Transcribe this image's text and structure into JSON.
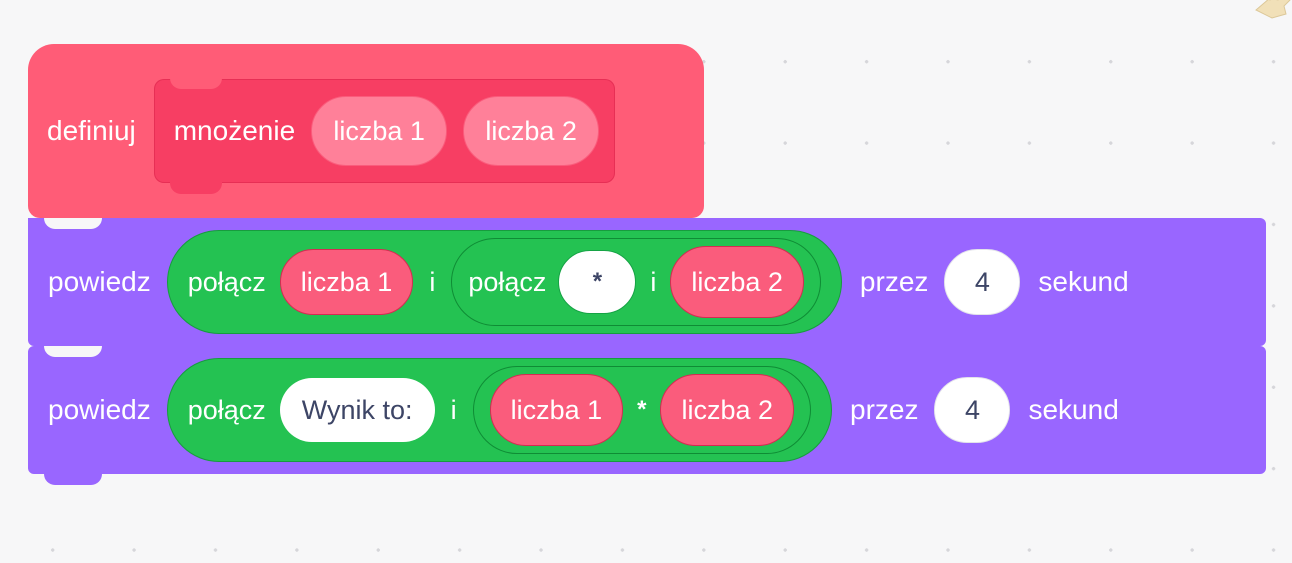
{
  "canvas": {
    "background_color": "#f7f7f8",
    "dot_color": "#d6d6da",
    "corner_sprite": "sprite-decoration"
  },
  "palette": {
    "define_outer": "#ff5c77",
    "define_inner": "#f73e63",
    "param_pill": "#ff8099",
    "motion_purple": "#9966ff",
    "operator_green": "#24c252",
    "variable_red": "#fa5c7c",
    "input_white": "#ffffff",
    "input_text": "#3d4566"
  },
  "script": {
    "define_block": {
      "keyword": "definiuj",
      "procedure_name": "mnożenie",
      "parameters": [
        {
          "label": "liczba 1"
        },
        {
          "label": "liczba 2"
        }
      ]
    },
    "blocks": [
      {
        "opcode": "say-for-seconds",
        "word_say": "powiedz",
        "word_for": "przez",
        "word_seconds": "sekund",
        "seconds_value": "4",
        "join_outer": {
          "label": "połącz",
          "connector": "i",
          "operand_a": "liczba 1",
          "join_inner": {
            "label": "połącz",
            "connector": "i",
            "operand_a": "*",
            "operand_b": "liczba 2"
          }
        }
      },
      {
        "opcode": "say-for-seconds",
        "word_say": "powiedz",
        "word_for": "przez",
        "word_seconds": "sekund",
        "seconds_value": "4",
        "join_outer": {
          "label": "połącz",
          "connector": "i",
          "text_input": "Wynik to:",
          "multiply": {
            "operand_a": "liczba 1",
            "symbol": "*",
            "operand_b": "liczba 2"
          }
        }
      }
    ]
  }
}
